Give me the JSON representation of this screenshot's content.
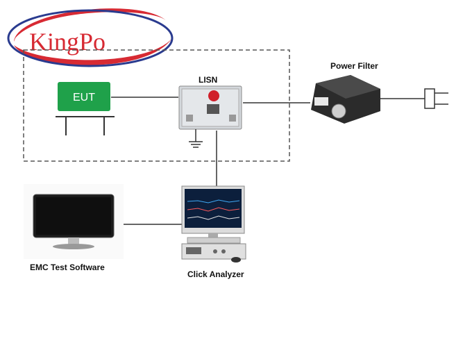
{
  "logo": {
    "text": "KingPo",
    "color": "#d72a33"
  },
  "diagram": {
    "labels": {
      "lisn": "LISN",
      "power_filter": "Power Filter",
      "eut": "EUT",
      "emc_software": "EMC Test Software",
      "click_analyzer": "Click Analyzer"
    },
    "colors": {
      "eut_box": "#1fa14a",
      "line": "#333333",
      "dashed_border": "#555555"
    }
  }
}
